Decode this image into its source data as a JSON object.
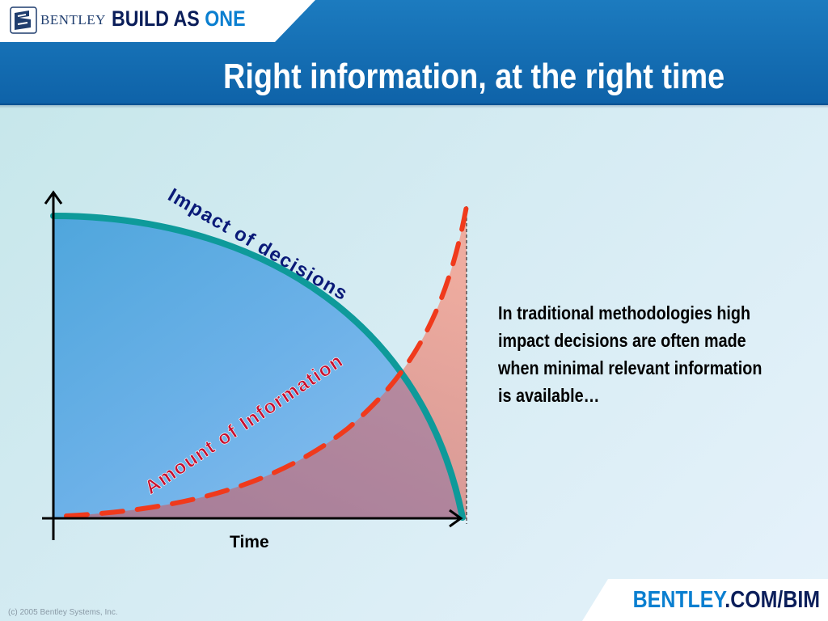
{
  "header": {
    "logo_text": "BENTLEY",
    "tagline_prefix": "BUILD AS ",
    "tagline_accent": "ONE",
    "title": "Right information, at the right time"
  },
  "diagram": {
    "impact_label": "Impact of decisions",
    "info_label": "Amount of Information",
    "x_axis_label": "Time",
    "colors": {
      "impact_curve": "#0e9a9a",
      "info_curve": "#f03a1c",
      "impact_label": "#0a1a78",
      "info_label": "#c8102e"
    }
  },
  "caption": "In traditional methodologies high impact decisions are often made when minimal relevant information is available…",
  "footer": {
    "url_prefix": "BENTLEY",
    "url_suffix": ".COM/BIM",
    "copyright": "(c) 2005 Bentley Systems, Inc."
  }
}
